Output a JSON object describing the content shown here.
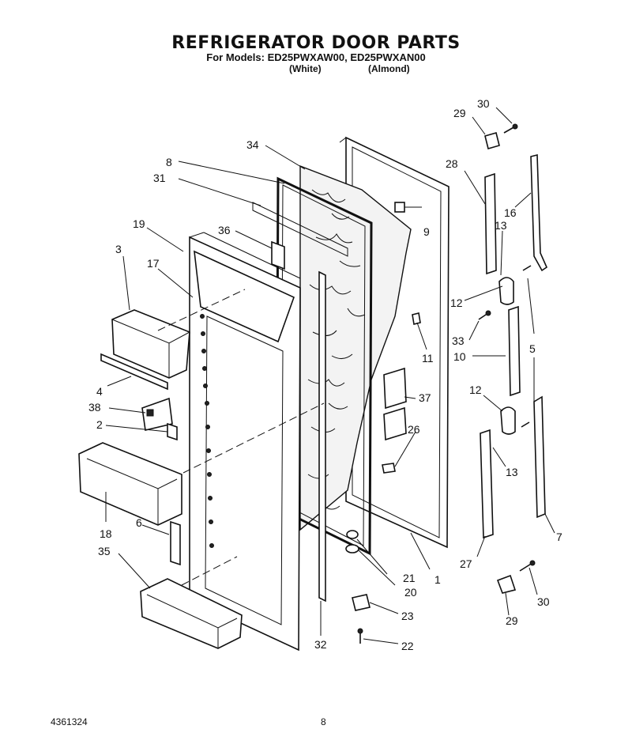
{
  "header": {
    "title": "REFRIGERATOR DOOR PARTS",
    "models": "For Models: ED25PWXAW00, ED25PWXAN00",
    "color_white": "(White)",
    "color_almond": "(Almond)"
  },
  "footer": {
    "doc_number": "4361324",
    "page_number": "8"
  },
  "callouts": {
    "c1": "1",
    "c2": "2",
    "c3": "3",
    "c4": "4",
    "c5": "5",
    "c6": "6",
    "c7": "7",
    "c8": "8",
    "c9": "9",
    "c10": "10",
    "c11": "11",
    "c12a": "12",
    "c12b": "12",
    "c13a": "13",
    "c13b": "13",
    "c16": "16",
    "c17": "17",
    "c18": "18",
    "c19": "19",
    "c20": "20",
    "c21": "21",
    "c22": "22",
    "c23": "23",
    "c26": "26",
    "c27": "27",
    "c28": "28",
    "c29a": "29",
    "c29b": "29",
    "c30a": "30",
    "c30b": "30",
    "c31": "31",
    "c32": "32",
    "c33": "33",
    "c34": "34",
    "c35": "35",
    "c36": "36",
    "c37": "37",
    "c38": "38"
  }
}
